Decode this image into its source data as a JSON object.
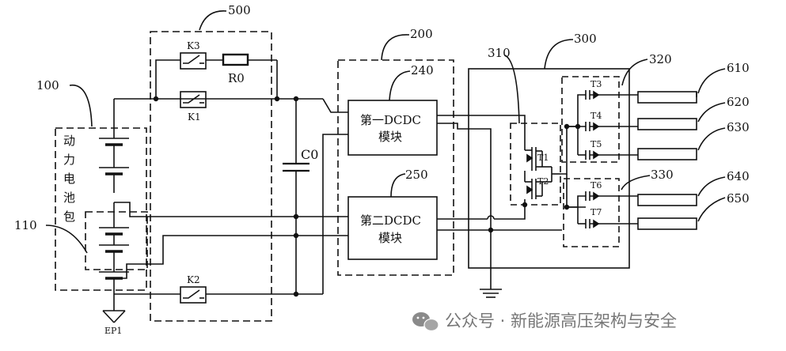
{
  "refs": {
    "r100": "100",
    "r110": "110",
    "r200": "200",
    "r240": "240",
    "r250": "250",
    "r300": "300",
    "r310": "310",
    "r320": "320",
    "r330": "330",
    "r500": "500",
    "r610": "610",
    "r620": "620",
    "r630": "630",
    "r640": "640",
    "r650": "650"
  },
  "components": {
    "k1": "K1",
    "k2": "K2",
    "k3": "K3",
    "r0": "R0",
    "c0": "C0",
    "t1": "T1",
    "t2": "T2",
    "t3": "T3",
    "t4": "T4",
    "t5": "T5",
    "t6": "T6",
    "t7": "T7",
    "ep1": "EP1"
  },
  "blocks": {
    "battery_chars": [
      "动",
      "力",
      "电",
      "池",
      "包"
    ],
    "dcdc1_line1": "第一DCDC",
    "dcdc1_line2": "模块",
    "dcdc2_line1": "第二DCDC",
    "dcdc2_line2": "模块"
  },
  "watermark": {
    "text": "公众号 · 新能源高压架构与安全",
    "icon": "wechat-icon"
  }
}
